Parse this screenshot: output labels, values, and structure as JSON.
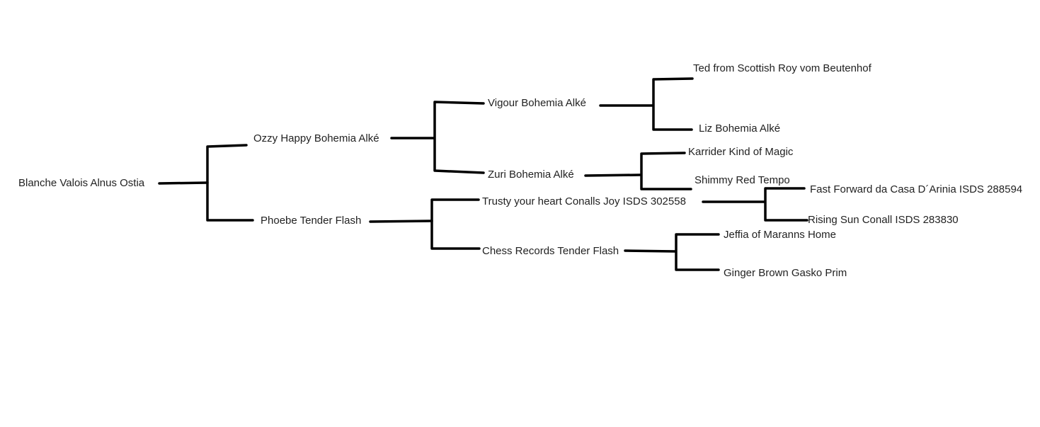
{
  "diagram": {
    "type": "pedigree-tree",
    "root": {
      "name": "Blanche Valois Alnus Ostia",
      "sire": {
        "name": "Ozzy Happy Bohemia Alké",
        "sire": {
          "name": "Vigour Bohemia Alké",
          "sire": {
            "name": "Ted from Scottish Roy vom Beutenhof"
          },
          "dam": {
            "name": "Liz Bohemia Alké"
          }
        },
        "dam": {
          "name": "Zuri Bohemia Alké",
          "sire": {
            "name": "Karrider Kind of Magic"
          },
          "dam": {
            "name": "Shimmy Red Tempo"
          }
        }
      },
      "dam": {
        "name": "Phoebe Tender Flash",
        "sire": {
          "name": "Trusty your heart Conalls Joy ISDS 302558",
          "sire": {
            "name": "Fast Forward da Casa D´Arinia ISDS 288594"
          },
          "dam": {
            "name": "Rising Sun Conall ISDS 283830"
          }
        },
        "dam": {
          "name": "Chess Records Tender Flash",
          "sire": {
            "name": "Jeffia of Maranns Home"
          },
          "dam": {
            "name": "Ginger Brown Gasko Prim"
          }
        }
      }
    }
  },
  "labels": {
    "root": "Blanche Valois Alnus Ostia",
    "s": "Ozzy Happy Bohemia Alké",
    "d": "Phoebe Tender Flash",
    "ss": "Vigour Bohemia Alké",
    "sd": "Zuri Bohemia Alké",
    "ds": "Trusty your heart Conalls Joy ISDS 302558",
    "dd": "Chess Records Tender Flash",
    "sss": "Ted from Scottish Roy vom Beutenhof",
    "ssd": "Liz Bohemia Alké",
    "sds": "Karrider Kind of Magic",
    "sdd": "Shimmy Red Tempo",
    "dss": "Fast Forward da Casa D´Arinia ISDS 288594",
    "dsd": "Rising Sun Conall ISDS 283830",
    "dds": "Jeffia of Maranns Home",
    "ddd": "Ginger Brown Gasko Prim"
  }
}
